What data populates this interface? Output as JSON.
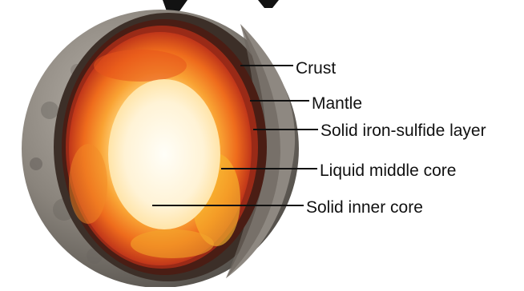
{
  "labels": {
    "crust": "Crust",
    "mantle": "Mantle",
    "solid_layer": "Solid iron-sulfide layer",
    "liquid_core": "Liquid middle core",
    "inner_core": "Solid inner core"
  },
  "colors": {
    "crust": "#7d7770",
    "mantle_rim": "#5a2418",
    "outer_core": "#e8551a",
    "mid_core": "#f7a12a",
    "inner_core": "#fff6df",
    "line": "#111111"
  }
}
